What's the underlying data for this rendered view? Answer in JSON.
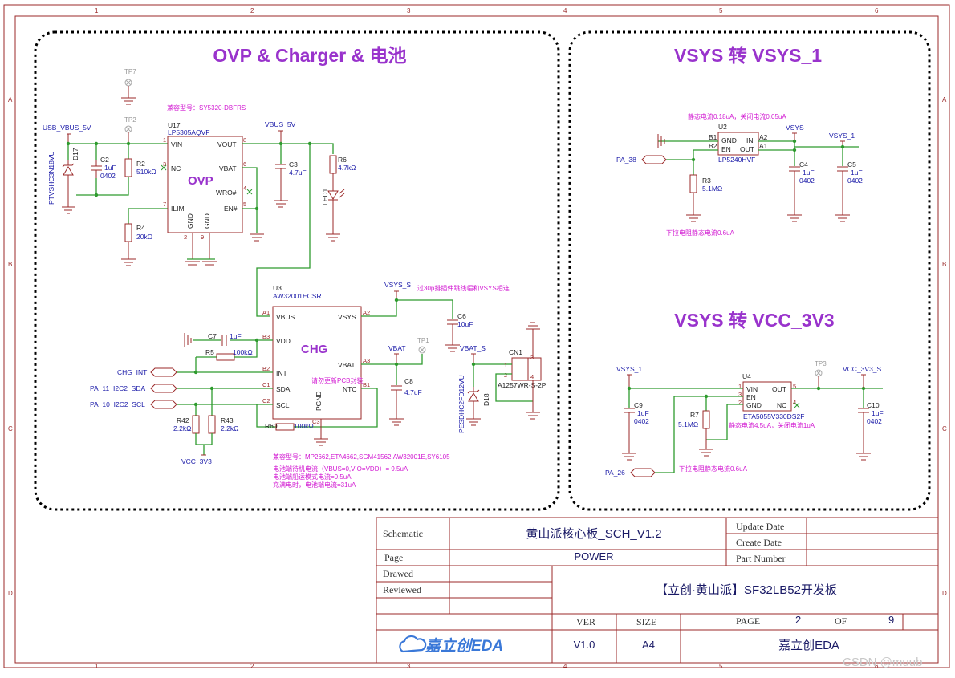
{
  "frame": {
    "col_numbers": [
      "1",
      "2",
      "3",
      "4",
      "5",
      "6"
    ],
    "row_letters": [
      "A",
      "B",
      "C",
      "D"
    ]
  },
  "sections": {
    "ovp_charger_title": "OVP & Charger & 电池",
    "vsys_vsys1_title": "VSYS 转 VSYS_1",
    "vsys_vcc3v3_title": "VSYS 转 VCC_3V3"
  },
  "ovp": {
    "designator": "U17",
    "part": "LP5305AQVF",
    "chip_label": "OVP",
    "compat_note": "兼容型号：SY5320-DBFRS",
    "pins": {
      "vin": "VIN",
      "nc": "NC",
      "ilim": "ILIM",
      "vout": "VOUT",
      "vbat": "VBAT",
      "wro": "WRO#",
      "en": "EN#",
      "gnd1": "GND",
      "gnd2": "GND"
    },
    "pin_nums": {
      "vin": "1",
      "nc": "3",
      "ilim": "7",
      "vout": "8",
      "vbat": "6",
      "wro": "4",
      "en": "5",
      "gnd1": "2",
      "gnd2": "9"
    }
  },
  "chg": {
    "designator": "U3",
    "part": "AW32001ECSR",
    "chip_label": "CHG",
    "pins": {
      "vbus": "VBUS",
      "vdd": "VDD",
      "int": "INT",
      "sda": "SDA",
      "scl": "SCL",
      "vsys": "VSYS",
      "vbat": "VBAT",
      "ntc": "NTC",
      "pgnd": "PGND"
    },
    "pin_nums": {
      "vbus": "A1",
      "vdd": "B3",
      "int": "B2",
      "sda": "C1",
      "scl": "C2",
      "vsys": "A2",
      "vbat": "A3",
      "ntc": "B1",
      "pgnd": "C3"
    },
    "pcb_note": "请勿更新PCB封装",
    "compat_note": "兼容型号：MP2662,ETA4662,SGM41562,AW32001E,SY6105",
    "notes": [
      "电池端待机电流（VBUS=0,VIO=VDD）= 9.5uA",
      "电池端船运模式电流=0.5uA",
      "充满电时，电池端电流=31uA"
    ]
  },
  "nets": {
    "usb_vbus": "USB_VBUS_5V",
    "vbus": "VBUS_5V",
    "vsys_s": "VSYS_S",
    "vbat": "VBAT",
    "vbat_s": "VBAT_S",
    "chg_int": "CHG_INT",
    "sda": "PA_11_I2C2_SDA",
    "scl": "PA_10_I2C2_SCL",
    "vcc3v3": "VCC_3V3",
    "vsys": "VSYS",
    "vsys_1": "VSYS_1",
    "pa38": "PA_38",
    "pa26": "PA_26",
    "vcc3v3_s": "VCC_3V3_S"
  },
  "parts": {
    "d17": {
      "ref": "D17",
      "val": "PTVSHC3N18VU"
    },
    "c2": {
      "ref": "C2",
      "val": "1uF",
      "pkg": "0402"
    },
    "r2": {
      "ref": "R2",
      "val": "510kΩ"
    },
    "r4": {
      "ref": "R4",
      "val": "20kΩ"
    },
    "c3": {
      "ref": "C3",
      "val": "4.7uF"
    },
    "r6": {
      "ref": "R6",
      "val": "4.7kΩ"
    },
    "led1": {
      "ref": "LED1"
    },
    "c7": {
      "ref": "C7",
      "val": "1uF"
    },
    "r5": {
      "ref": "R5",
      "val": "100kΩ"
    },
    "r42": {
      "ref": "R42",
      "val": "2.2kΩ"
    },
    "r43": {
      "ref": "R43",
      "val": "2.2kΩ"
    },
    "r60": {
      "ref": "R60",
      "val": "100kΩ"
    },
    "c6": {
      "ref": "C6",
      "val": "10uF"
    },
    "c8": {
      "ref": "C8",
      "val": "4.7uF"
    },
    "d18": {
      "ref": "D18",
      "val": "PESDHC2FD12VU"
    },
    "cn1": {
      "ref": "CN1",
      "val": "A1257WR-S-2P"
    },
    "u2": {
      "ref": "U2",
      "val": "LP5240HVF"
    },
    "r3": {
      "ref": "R3",
      "val": "5.1MΩ"
    },
    "c4": {
      "ref": "C4",
      "val": "1uF",
      "pkg": "0402"
    },
    "c5": {
      "ref": "C5",
      "val": "1uF",
      "pkg": "0402"
    },
    "u4": {
      "ref": "U4",
      "val": "ETA5055V330DS2F"
    },
    "r7": {
      "ref": "R7",
      "val": "5.1MΩ"
    },
    "c9": {
      "ref": "C9",
      "val": "1uF",
      "pkg": "0402"
    },
    "c10": {
      "ref": "C10",
      "val": "1uF",
      "pkg": "0402"
    }
  },
  "testpoints": [
    "TP7",
    "TP2",
    "TP1",
    "TP3"
  ],
  "u2_pins": {
    "gnd": "GND",
    "en": "EN",
    "in": "IN",
    "out": "OUT",
    "b1": "B1",
    "b2": "B2",
    "a2": "A2",
    "a1": "A1"
  },
  "u4_pins": {
    "vin": "VIN",
    "en": "EN",
    "gnd": "GND",
    "out": "OUT",
    "nc": "NC",
    "p1": "1",
    "p3": "3",
    "p2": "2",
    "p5": "5",
    "p4": "4"
  },
  "notes": {
    "vsys_s_note": "过30p排插件跳线帽和VSYS相连",
    "u2_quiescent": "静态电流0.18uA，关闭电流0.05uA",
    "u2_pulldown": "下拉电阻静态电流0.6uA",
    "u4_quiescent": "静态电流4.5uA，关闭电流1uA",
    "u4_pulldown": "下拉电阻静态电流0.6uA"
  },
  "title_block": {
    "schematic_label": "Schematic",
    "schematic_value": "黄山派核心板_SCH_V1.2",
    "page_label": "Page",
    "page_value": "POWER",
    "drawed_label": "Drawed",
    "reviewed_label": "Reviewed",
    "update_date_label": "Update Date",
    "create_date_label": "Create Date",
    "part_number_label": "Part Number",
    "board_name": "【立创·黄山派】SF32LB52开发板",
    "ver_label": "VER",
    "size_label": "SIZE",
    "page_no_label": "PAGE",
    "page_no": "2",
    "of_label": "OF",
    "page_total": "9",
    "ver_value": "V1.0",
    "size_value": "A4",
    "company": "嘉立创EDA",
    "logo_text": "嘉立创EDA"
  },
  "watermark": "CSDN @muub",
  "colors": {
    "wire": "#2e9b2e",
    "component": "#9b2a2a",
    "net_label": "#1a1aa8",
    "note": "#d21ad2",
    "title": "#9933cc"
  }
}
